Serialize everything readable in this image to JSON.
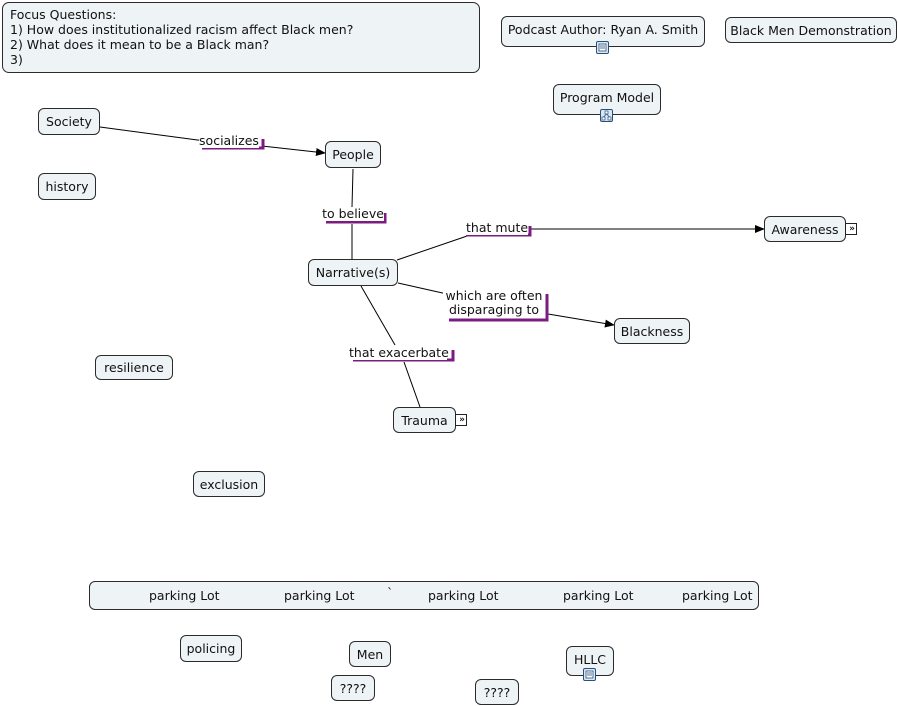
{
  "focus": {
    "heading": "Focus Questions:",
    "q1": "1) How does institutionalized racism affect Black men?",
    "q2": "2) What does it mean to be a Black man?",
    "q3": "3)"
  },
  "nodes": {
    "podcast_author": "Podcast Author: Ryan A. Smith",
    "demonstration": "Black Men Demonstration",
    "program_model": "Program Model",
    "society": "Society",
    "people": "People",
    "history": "history",
    "narratives": "Narrative(s)",
    "awareness": "Awareness",
    "blackness": "Blackness",
    "resilience": "resilience",
    "trauma": "Trauma",
    "exclusion": "exclusion",
    "policing": "policing",
    "men": "Men",
    "hllc": "HLLC",
    "unknown_1": "????",
    "unknown_2": "????"
  },
  "links": {
    "socializes": "socializes",
    "to_believe": "to believe",
    "that_mute": "that mute",
    "disparaging_line1": "which are often",
    "disparaging_line2": "disparaging to",
    "that_exacerbate": "that exacerbate"
  },
  "parking_lot": {
    "items": [
      "parking Lot",
      "parking Lot",
      "`",
      "parking Lot",
      "parking Lot",
      "parking Lot"
    ]
  },
  "colors": {
    "node_fill": "#eef3f6",
    "label_underline": "#7b1c80",
    "line": "#000000"
  },
  "icons": {
    "resource": "document-resource-icon",
    "concept_map": "concept-map-resource-icon",
    "expand": "expand-chevron-icon"
  }
}
